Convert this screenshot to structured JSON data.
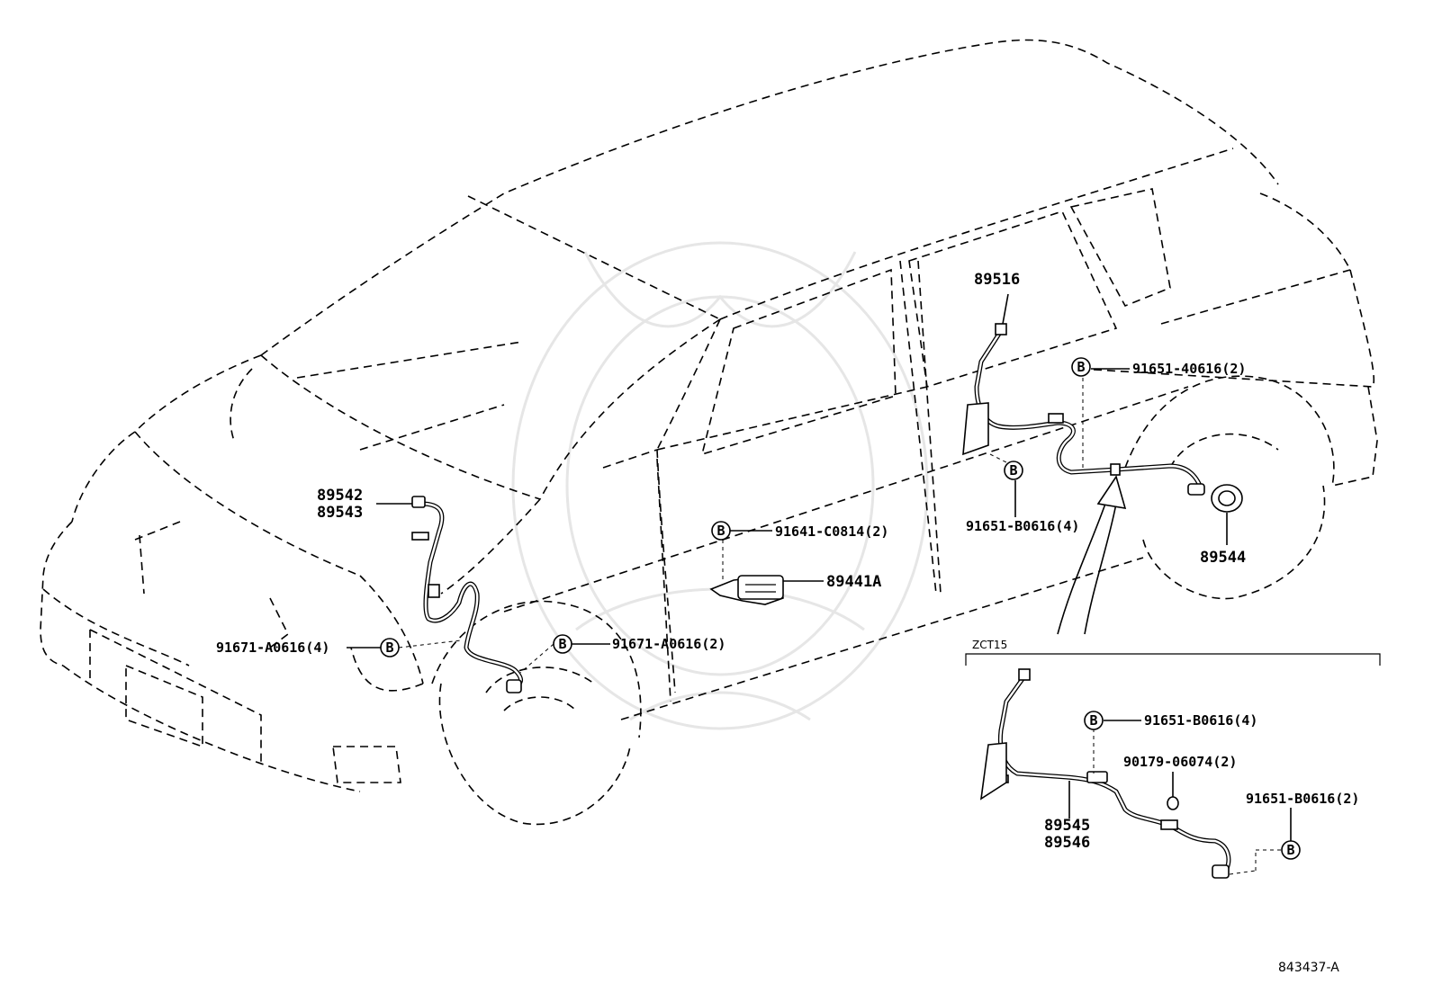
{
  "diagram": {
    "drawing_number": "843437-A",
    "variant_label": "ZCT15",
    "bolt_symbol": "B",
    "labels": {
      "sensor_rr_top": "89516",
      "bolt_rr_upper": "91651-40616(2)",
      "bolt_rr_lower": "91651-B0616(4)",
      "rear_rotor": "89544",
      "sensor_fr_a": "89542",
      "sensor_fr_b": "89543",
      "bolt_fr_left": "91671-A0616(4)",
      "bolt_fr_right": "91671-A0616(2)",
      "bolt_ecu": "91641-C0814(2)",
      "ecu": "89441A",
      "inset_bolt_upper": "91651-B0616(4)",
      "inset_clip": "90179-06074(2)",
      "inset_bolt_lower": "91651-B0616(2)",
      "inset_sensor_a": "89545",
      "inset_sensor_b": "89546"
    }
  }
}
